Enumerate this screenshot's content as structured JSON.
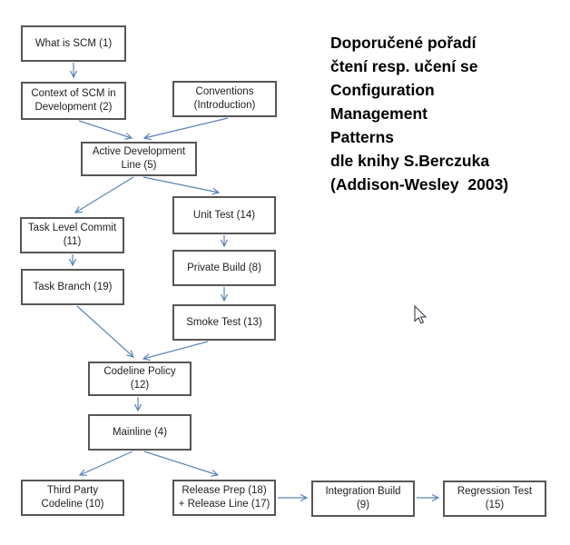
{
  "diagram": {
    "nodes": [
      {
        "id": "what-is-scm",
        "label": "What is SCM (1)"
      },
      {
        "id": "context-of-scm",
        "label": "Context of SCM in\nDevelopment (2)"
      },
      {
        "id": "conventions",
        "label": "Conventions\n(Introduction)"
      },
      {
        "id": "active-development-line",
        "label": "Active Development\nLine (5)"
      },
      {
        "id": "task-level-commit",
        "label": "Task Level Commit\n(11)"
      },
      {
        "id": "unit-test",
        "label": "Unit Test (14)"
      },
      {
        "id": "task-branch",
        "label": "Task Branch (19)"
      },
      {
        "id": "private-build",
        "label": "Private Build (8)"
      },
      {
        "id": "smoke-test",
        "label": "Smoke Test (13)"
      },
      {
        "id": "codeline-policy",
        "label": "Codeline Policy\n(12)"
      },
      {
        "id": "mainline",
        "label": "Mainline (4)"
      },
      {
        "id": "third-party-codeline",
        "label": "Third Party\nCodeline (10)"
      },
      {
        "id": "release-prep",
        "label": "Release Prep (18)\n+ Release Line (17)"
      },
      {
        "id": "integration-build",
        "label": "Integration Build\n(9)"
      },
      {
        "id": "regression-test",
        "label": "Regression Test\n(15)"
      }
    ]
  },
  "note": {
    "text": "Doporučené pořadí\nčtení resp. učení se\nConfiguration\nManagement\nPatterns\ndle knihy S.Berczuka\n(Addison-Wesley  2003)"
  },
  "colors": {
    "arrow_blue": "#5b83b8",
    "box_border": "#565656",
    "note_text": "#000000"
  }
}
